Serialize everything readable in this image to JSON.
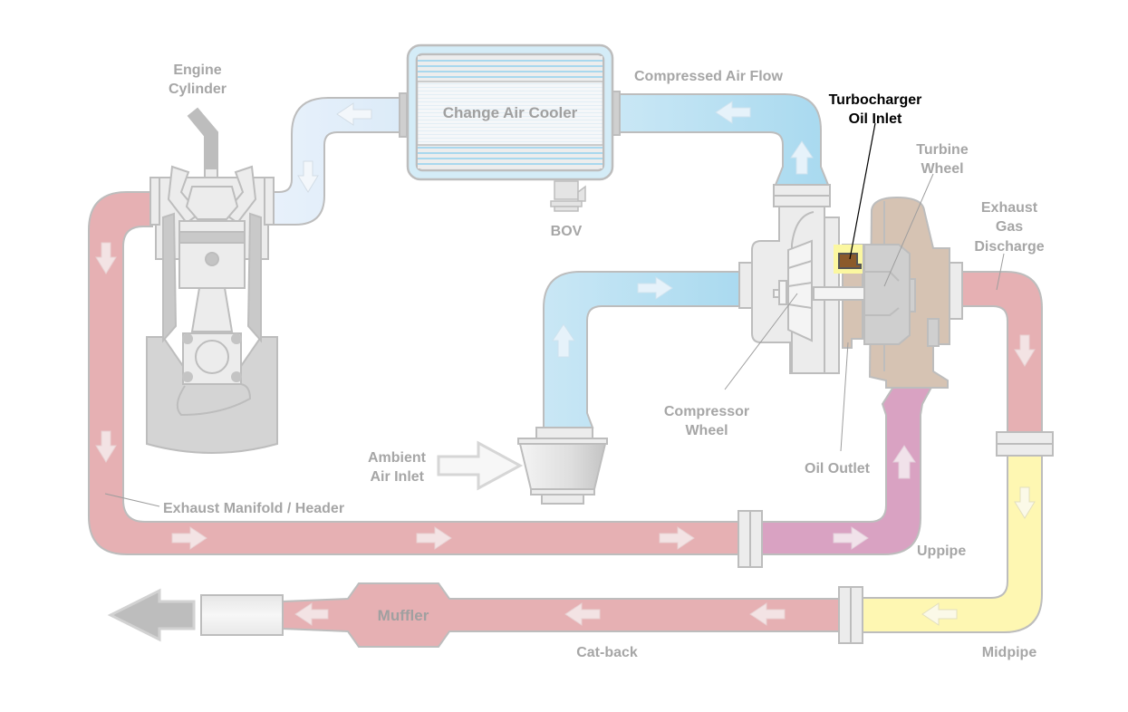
{
  "title": "Turbocharger System Diagram",
  "colors": {
    "exhaust_hot": "#e6b0b3",
    "uppipe": "#d9a2c2",
    "midpipe": "#fef7b2",
    "intake_cold": "#acdcf0",
    "intake_charged": "#e6f0fa",
    "turbine_housing": "#d6c3b3",
    "oil_inlet_highlight": "#fbf7a0",
    "oil_inlet_fill": "#8b5a2b",
    "label": "#a6a6a6",
    "label_active": "#000000"
  },
  "labels": {
    "engine_cylinder": [
      "Engine",
      "Cylinder"
    ],
    "charge_air_cooler": "Change Air Cooler",
    "bov": "BOV",
    "compressed_air_flow": "Compressed Air Flow",
    "turbo_oil_inlet": [
      "Turbocharger",
      "Oil Inlet"
    ],
    "turbine_wheel": [
      "Turbine",
      "Wheel"
    ],
    "exhaust_gas_discharge": [
      "Exhaust",
      "Gas",
      "Discharge"
    ],
    "ambient_air_inlet": [
      "Ambient",
      "Air Inlet"
    ],
    "compressor_wheel": [
      "Compressor",
      "Wheel"
    ],
    "oil_outlet": "Oil Outlet",
    "exhaust_manifold": "Exhaust Manifold / Header",
    "uppipe": "Uppipe",
    "muffler": "Muffler",
    "cat_back": "Cat-back",
    "midpipe": "Midpipe"
  },
  "highlighted_component": "turbo_oil_inlet"
}
